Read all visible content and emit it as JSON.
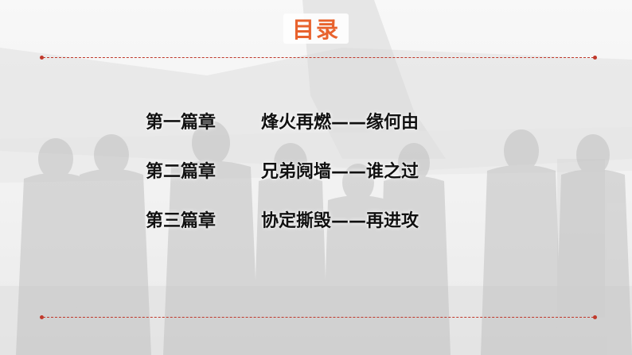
{
  "slide": {
    "title": "目录",
    "accent_color": "#e8622d",
    "rule_color": "#c0392b",
    "toc": [
      {
        "chapter": "第一篇章",
        "topic": "烽火再燃——缘何由"
      },
      {
        "chapter": "第二篇章",
        "topic": "兄弟阋墙——谁之过"
      },
      {
        "chapter": "第三篇章",
        "topic": "协定撕毁——再进攻"
      }
    ]
  }
}
